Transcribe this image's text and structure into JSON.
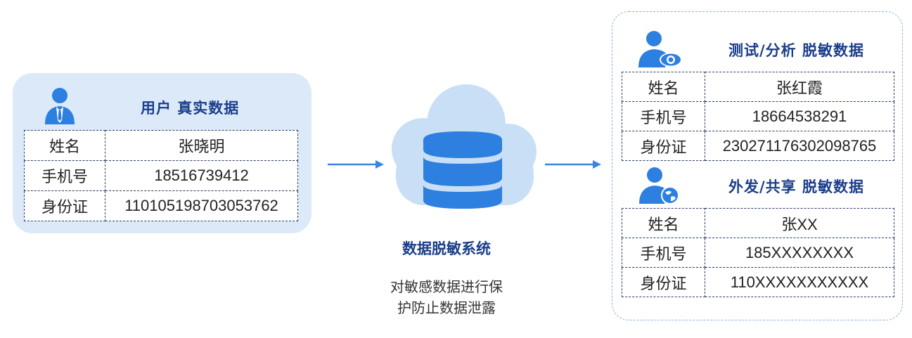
{
  "source": {
    "title": "用户  真实数据",
    "rows": [
      {
        "label": "姓名",
        "value": "张晓明"
      },
      {
        "label": "手机号",
        "value": "18516739412"
      },
      {
        "label": "身份证",
        "value": "110105198703053762"
      }
    ]
  },
  "system": {
    "name": "数据脱敏系统",
    "desc_line1": "对敏感数据进行保",
    "desc_line2": "护防止数据泄露"
  },
  "outputs": {
    "test": {
      "title": "测试/分析  脱敏数据",
      "rows": [
        {
          "label": "姓名",
          "value": "张红霞"
        },
        {
          "label": "手机号",
          "value": "18664538291"
        },
        {
          "label": "身份证",
          "value": "230271176302098765"
        }
      ]
    },
    "share": {
      "title": "外发/共享  脱敏数据",
      "rows": [
        {
          "label": "姓名",
          "value": "张XX"
        },
        {
          "label": "手机号",
          "value": "185XXXXXXXX"
        },
        {
          "label": "身份证",
          "value": "110XXXXXXXXXXX"
        }
      ]
    }
  },
  "colors": {
    "accent": "#3a85e0",
    "title": "#1c3f8a",
    "panel": "#dbe9f8",
    "cloud": "#c5dcf4"
  },
  "icons": [
    "user-icon",
    "user-eye-icon",
    "user-globe-icon",
    "cloud-icon",
    "database-icon",
    "arrow-right-icon"
  ]
}
